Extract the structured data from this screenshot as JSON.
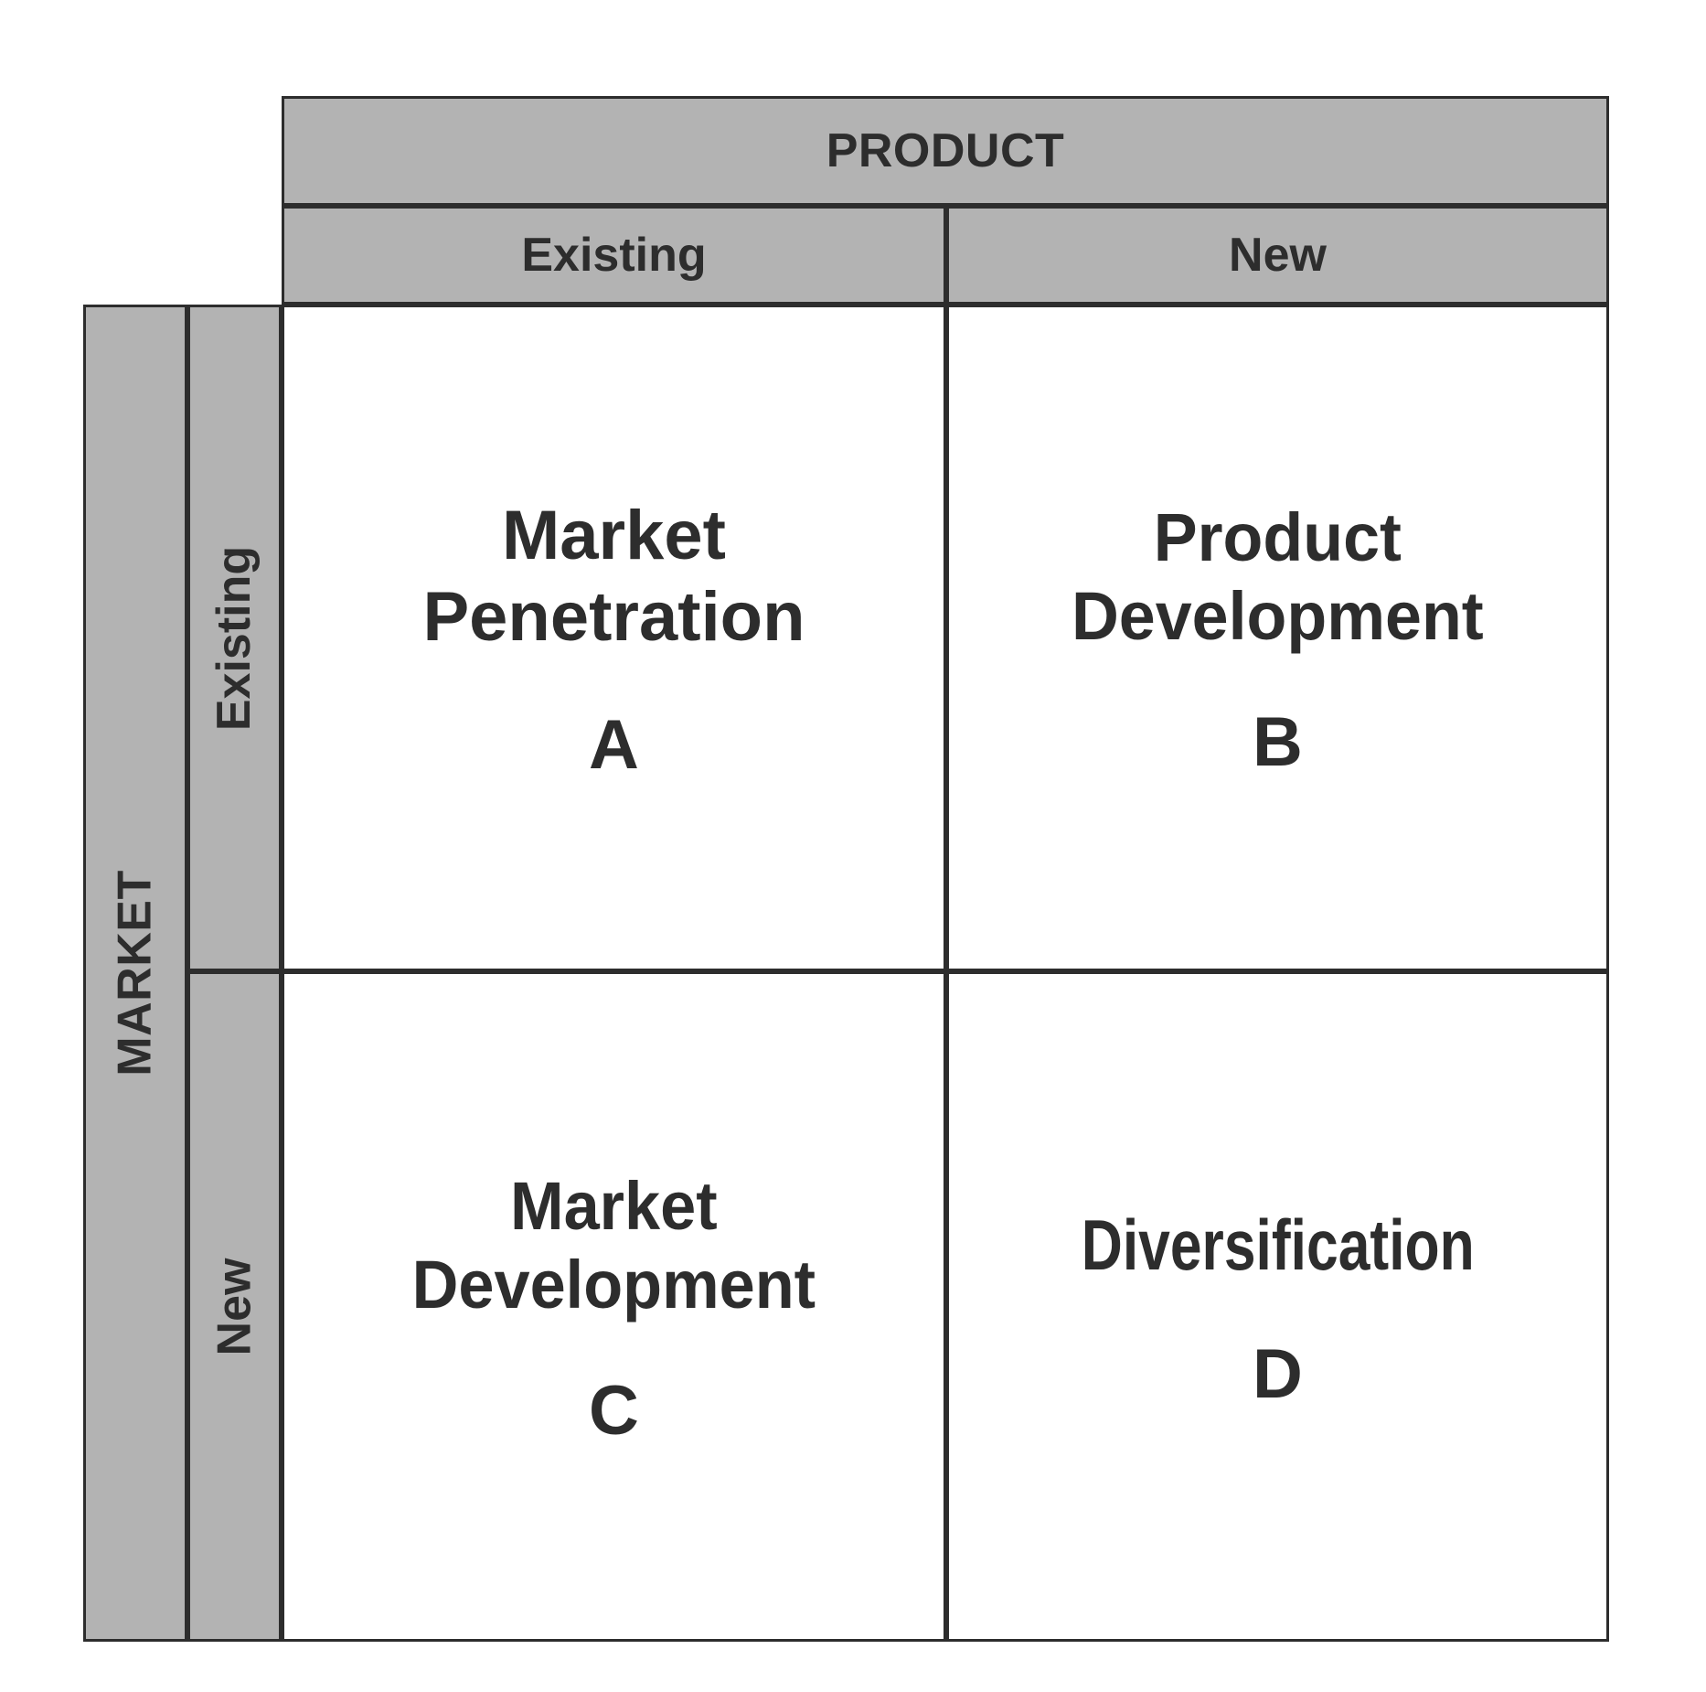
{
  "diagram": {
    "type": "ansoff-matrix",
    "colors": {
      "header_fill": "#b3b3b3",
      "cell_fill": "#ffffff",
      "border": "#2d2d2d",
      "text": "#2d2d2d",
      "background": "#ffffff"
    }
  },
  "columns": {
    "axis_label": "PRODUCT",
    "headers": [
      {
        "label": "Existing"
      },
      {
        "label": "New"
      }
    ]
  },
  "rows": {
    "axis_label": "MARKET",
    "headers": [
      {
        "label": "Existing"
      },
      {
        "label": "New"
      }
    ]
  },
  "quadrants": [
    {
      "id": "A",
      "title": "Market\nPenetration",
      "code": "A",
      "row": "Existing",
      "column": "Existing"
    },
    {
      "id": "B",
      "title": "Product\nDevelopment",
      "code": "B",
      "row": "Existing",
      "column": "New"
    },
    {
      "id": "C",
      "title": "Market\nDevelopment",
      "code": "C",
      "row": "New",
      "column": "Existing"
    },
    {
      "id": "D",
      "title": "Diversification",
      "code": "D",
      "row": "New",
      "column": "New"
    }
  ]
}
